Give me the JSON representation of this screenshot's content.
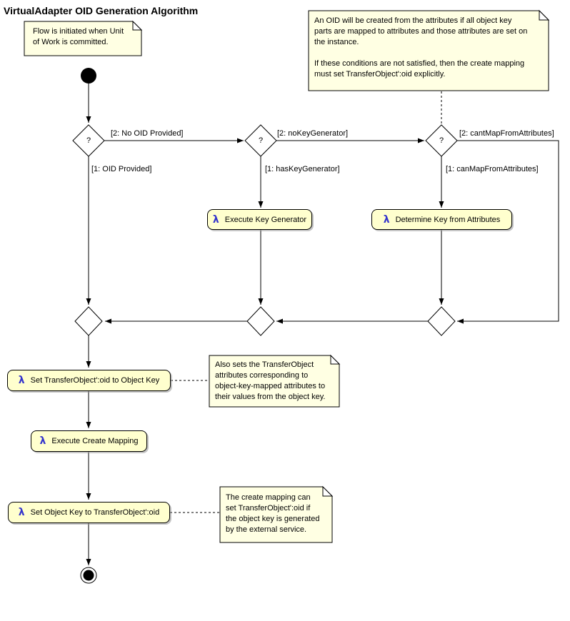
{
  "title": "VirtualAdapter OID Generation Algorithm",
  "colors": {
    "note_fill": "#FFFFE3",
    "action_fill": "#FFFFCE",
    "lambda_blue": "#3434CC",
    "line": "#000000"
  },
  "nodes": {
    "lambda_icon": "λ",
    "decision_glyph": "?",
    "actions": {
      "execute_key_generator": "Execute Key Generator",
      "determine_key_from_attributes": "Determine Key from Attributes",
      "set_oid_to_object_key": "Set TransferObject':oid to Object Key",
      "execute_create_mapping": "Execute Create Mapping",
      "set_object_key_to_oid": "Set Object Key to TransferObject':oid"
    }
  },
  "edge_labels": {
    "no_oid_provided": "[2: No OID Provided]",
    "oid_provided": "[1: OID Provided]",
    "no_key_generator": "[2: noKeyGenerator]",
    "has_key_generator": "[1: hasKeyGenerator]",
    "cant_map_from_attributes": "[2: cantMapFromAttributes]",
    "can_map_from_attributes": "[1: canMapFromAttributes]"
  },
  "notes": {
    "flow_initiated": "Flow is initiated when Unit\nof Work is committed.",
    "oid_creation_conditions": "An OID will be created from the attributes if all object key\nparts are mapped to attributes and those attributes are set on\nthe instance.\n\nIf these conditions are not satisfied, then the create mapping\nmust set TransferObject':oid explicitly.",
    "also_sets_attributes": "Also sets the TransferObject\nattributes corresponding to\nobject-key-mapped attributes to\ntheir values from the object key.",
    "create_mapping_can_set": "The create mapping can\nset TransferObject':oid if\nthe object key is generated\nby the external service."
  }
}
